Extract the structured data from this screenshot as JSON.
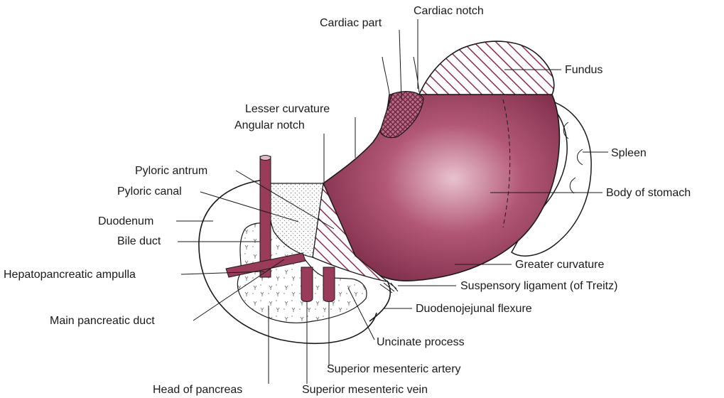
{
  "colors": {
    "stomach": "#9b3b5a",
    "stomach_light": "#e4b9c6",
    "stomach_dark": "#6e2440",
    "hatch": "#8e2c4b",
    "outline": "#1a1a1a",
    "pancreas_dot": "#555555"
  },
  "labels": {
    "cardiac_part": "Cardiac part",
    "cardiac_notch": "Cardiac notch",
    "fundus": "Fundus",
    "lesser_curvature": "Lesser curvature",
    "angular_notch": "Angular notch",
    "spleen": "Spleen",
    "pyloric_antrum": "Pyloric antrum",
    "pyloric_canal": "Pyloric canal",
    "body_of_stomach": "Body of stomach",
    "duodenum": "Duodenum",
    "bile_duct": "Bile duct",
    "greater_curvature": "Greater curvature",
    "hepatopancreatic_ampulla": "Hepatopancreatic ampulla",
    "suspensory_ligament": "Suspensory ligament (of Treitz)",
    "duodenojejunal_flexure": "Duodenojejunal flexure",
    "main_pancreatic_duct": "Main pancreatic duct",
    "uncinate_process": "Uncinate process",
    "superior_mesenteric_artery": "Superior mesenteric artery",
    "head_of_pancreas": "Head of pancreas",
    "superior_mesenteric_vein": "Superior mesenteric vein"
  }
}
